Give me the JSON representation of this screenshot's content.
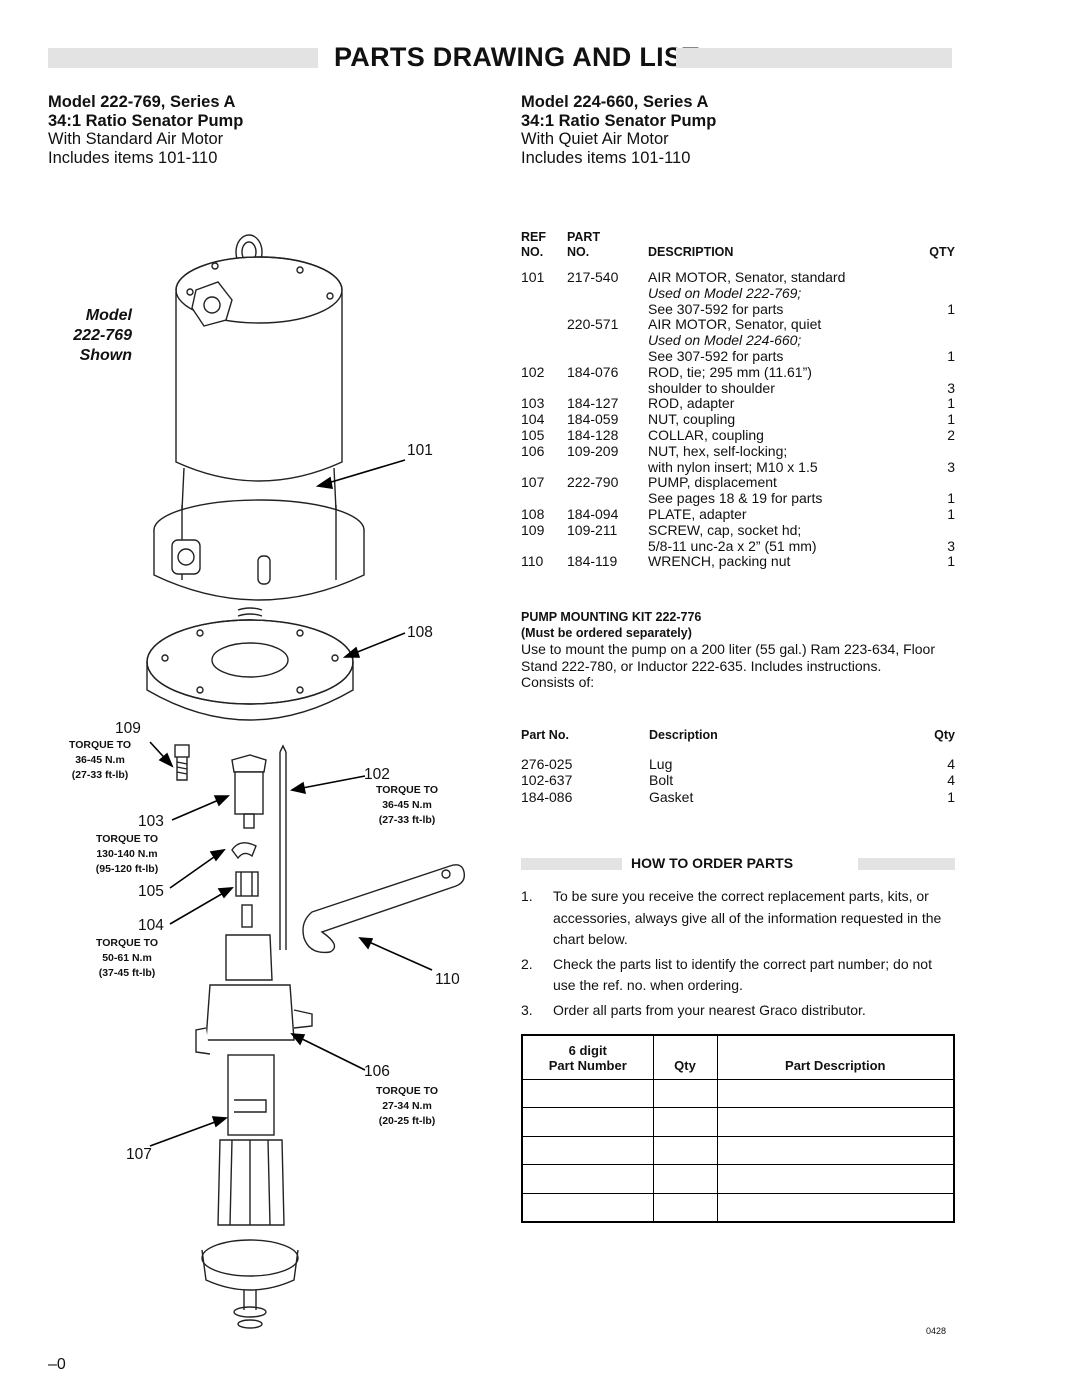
{
  "title": "PARTS DRAWING AND LIST",
  "left_header": {
    "model": "Model 222-769, Series A",
    "ratio": "34:1 Ratio Senator Pump",
    "motor": "With Standard Air Motor",
    "includes": "Includes items 101-110"
  },
  "right_header": {
    "model": "Model 224-660, Series A",
    "ratio": "34:1 Ratio Senator Pump",
    "motor": "With Quiet Air Motor",
    "includes": "Includes items 101-110"
  },
  "drawing": {
    "model_shown": [
      "Model",
      "222-769",
      "Shown"
    ],
    "callouts": {
      "c101": "101",
      "c108": "108",
      "c109": "109",
      "c102": "102",
      "c103": "103",
      "c105": "105",
      "c104": "104",
      "c110": "110",
      "c106": "106",
      "c107": "107"
    },
    "torques": {
      "t109": [
        "TORQUE TO",
        "36-45 N.m",
        "(27-33 ft-lb)"
      ],
      "t102": [
        "TORQUE TO",
        "36-45 N.m",
        "(27-33 ft-lb)"
      ],
      "t103": [
        "TORQUE TO",
        "130-140 N.m",
        "(95-120 ft-lb)"
      ],
      "t104": [
        "TORQUE TO",
        "50-61 N.m",
        "(37-45 ft-lb)"
      ],
      "t106": [
        "TORQUE TO",
        "27-34 N.m",
        "(20-25 ft-lb)"
      ]
    },
    "figure_number": "0428"
  },
  "parts_list": {
    "headers": {
      "ref1": "REF",
      "ref2": "NO.",
      "part1": "PART",
      "part2": "NO.",
      "desc": "DESCRIPTION",
      "qty": "QTY"
    },
    "rows": [
      {
        "ref": "101",
        "part": "217-540",
        "desc": "AIR MOTOR, Senator, standard",
        "qty": ""
      },
      {
        "ref": "",
        "part": "",
        "desc": "Used on Model 222-769;",
        "qty": "",
        "italic": true
      },
      {
        "ref": "",
        "part": "",
        "desc": "See 307-592 for parts",
        "qty": "1"
      },
      {
        "ref": "",
        "part": "220-571",
        "desc": "AIR MOTOR, Senator, quiet",
        "qty": ""
      },
      {
        "ref": "",
        "part": "",
        "desc": "Used on Model 224-660;",
        "qty": "",
        "italic": true
      },
      {
        "ref": "",
        "part": "",
        "desc": "See 307-592 for parts",
        "qty": "1"
      },
      {
        "ref": "102",
        "part": "184-076",
        "desc": "ROD, tie; 295 mm (11.61”)",
        "qty": ""
      },
      {
        "ref": "",
        "part": "",
        "desc": "shoulder to shoulder",
        "qty": "3"
      },
      {
        "ref": "103",
        "part": "184-127",
        "desc": "ROD, adapter",
        "qty": "1"
      },
      {
        "ref": "104",
        "part": "184-059",
        "desc": "NUT, coupling",
        "qty": "1"
      },
      {
        "ref": "105",
        "part": "184-128",
        "desc": "COLLAR, coupling",
        "qty": "2"
      },
      {
        "ref": "106",
        "part": "109-209",
        "desc": "NUT, hex, self-locking;",
        "qty": ""
      },
      {
        "ref": "",
        "part": "",
        "desc": "with nylon insert; M10 x 1.5",
        "qty": "3"
      },
      {
        "ref": "107",
        "part": "222-790",
        "desc": "PUMP, displacement",
        "qty": ""
      },
      {
        "ref": "",
        "part": "",
        "desc": "See pages 18 & 19 for parts",
        "qty": "1"
      },
      {
        "ref": "108",
        "part": "184-094",
        "desc": "PLATE, adapter",
        "qty": "1"
      },
      {
        "ref": "109",
        "part": "109-211",
        "desc": "SCREW, cap, socket hd;",
        "qty": ""
      },
      {
        "ref": "",
        "part": "",
        "desc": "5/8-11 unc-2a x 2” (51 mm)",
        "qty": "3"
      },
      {
        "ref": "110",
        "part": "184-119",
        "desc": "WRENCH, packing nut",
        "qty": "1"
      }
    ]
  },
  "mounting_kit": {
    "heading": "PUMP MOUNTING KIT 222-776",
    "subheading": "(Must be ordered separately)",
    "body": "Use to mount the pump on a 200 liter (55 gal.) Ram 223-634, Floor Stand 222-780, or Inductor 222-635. Includes instructions.",
    "consists": "Consists of:",
    "headers": {
      "part": "Part No.",
      "desc": "Description",
      "qty": "Qty"
    },
    "rows": [
      {
        "part": "276-025",
        "desc": "Lug",
        "qty": "4"
      },
      {
        "part": "102-637",
        "desc": "Bolt",
        "qty": "4"
      },
      {
        "part": "184-086",
        "desc": "Gasket",
        "qty": "1"
      }
    ]
  },
  "how_to_order": {
    "heading": "HOW TO ORDER PARTS",
    "steps": [
      {
        "n": "1.",
        "text": "To be sure you receive the correct replacement parts, kits, or accessories, always give all of the information requested in the chart below."
      },
      {
        "n": "2.",
        "text": "Check the parts list to identify the correct part number; do not use the ref. no. when ordering."
      },
      {
        "n": "3.",
        "text": "Order all parts from your nearest Graco distributor."
      }
    ],
    "table_headers": {
      "part_line1": "6 digit",
      "part_line2": "Part Number",
      "qty": "Qty",
      "desc": "Part Description"
    },
    "blank_rows": 5
  },
  "page_number": "–0"
}
